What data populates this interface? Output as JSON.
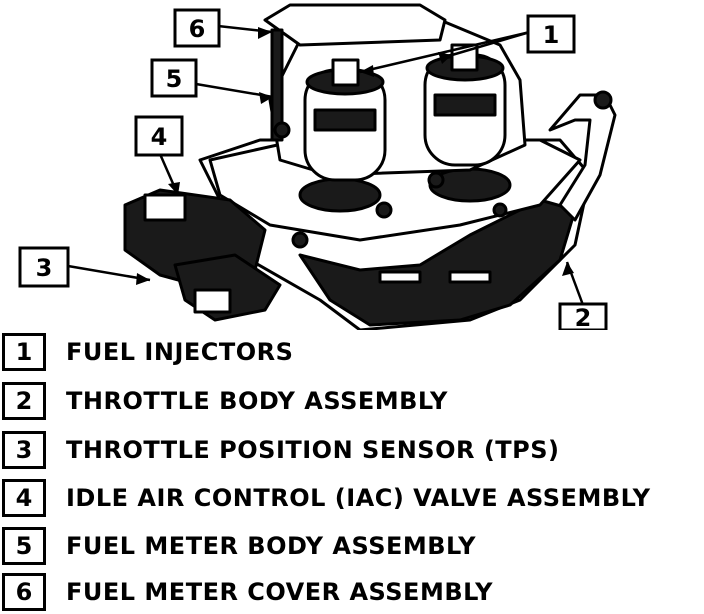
{
  "callouts": [
    {
      "number": "1",
      "label": "FUEL INJECTORS"
    },
    {
      "number": "2",
      "label": "THROTTLE BODY ASSEMBLY"
    },
    {
      "number": "3",
      "label": "THROTTLE POSITION SENSOR (TPS)"
    },
    {
      "number": "4",
      "label": "IDLE AIR CONTROL (IAC) VALVE ASSEMBLY"
    },
    {
      "number": "5",
      "label": "FUEL METER BODY ASSEMBLY"
    },
    {
      "number": "6",
      "label": "FUEL METER COVER ASSEMBLY"
    }
  ],
  "colors": {
    "ink": "#000000",
    "paper": "#ffffff",
    "shade": "#1a1a1a"
  }
}
